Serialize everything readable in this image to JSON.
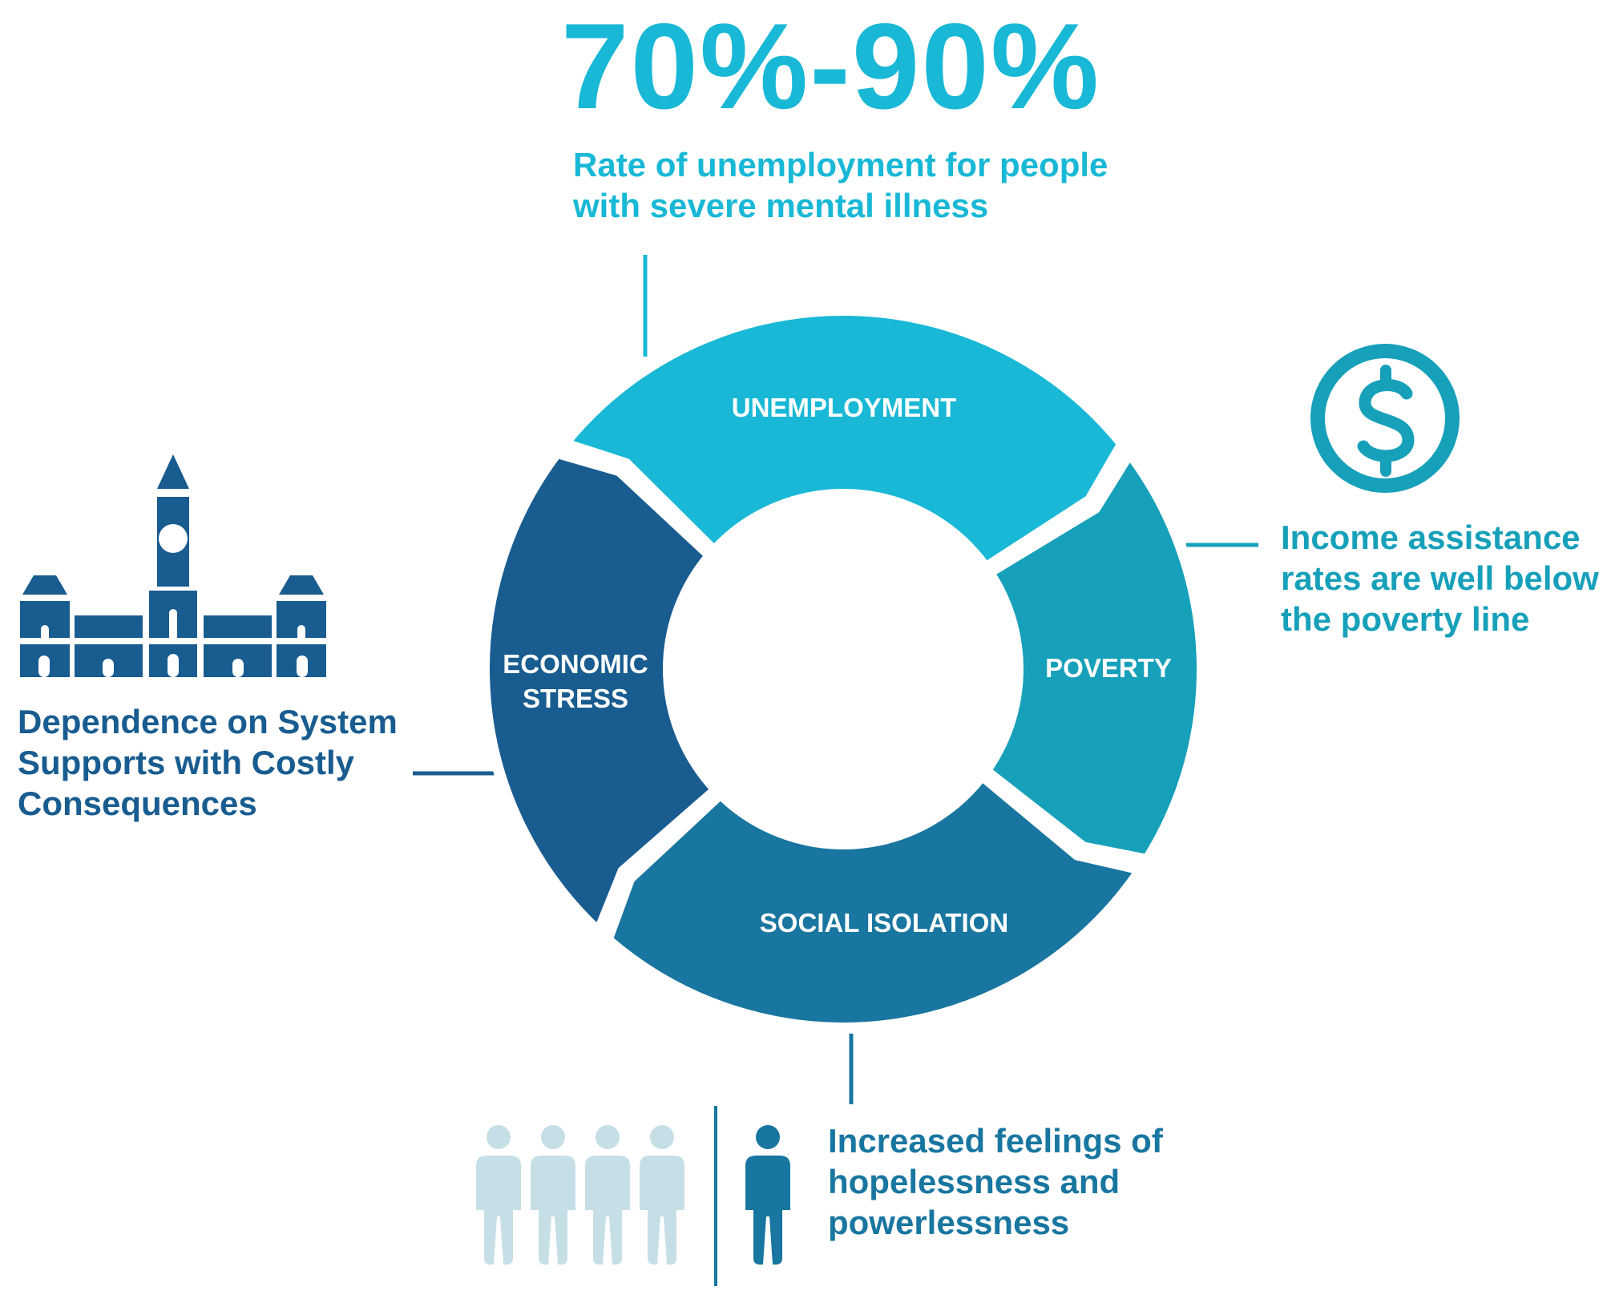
{
  "colors": {
    "unemployment": "#18B8D6",
    "poverty": "#17A0BA",
    "social_isolation": "#1876A0",
    "economic_stress": "#185C90",
    "person_light": "#C6DFE7",
    "text_cyan": "#18B8D6",
    "text_teal": "#17A0BA",
    "text_navy": "#185C90",
    "text_blue": "#1876A0",
    "segment_label": "#FFFFFF"
  },
  "header": {
    "big_stat": "70%-90%",
    "caption": "Rate of unemployment for people with severe mental illness"
  },
  "cycle": {
    "segments": [
      {
        "key": "unemployment",
        "label": "UNEMPLOYMENT"
      },
      {
        "key": "poverty",
        "label": "POVERTY"
      },
      {
        "key": "social_isolation",
        "label": "SOCIAL ISOLATION"
      },
      {
        "key": "economic_stress",
        "label_line1": "ECONOMIC",
        "label_line2": "STRESS"
      }
    ]
  },
  "callouts": {
    "right": {
      "text": "Income assistance rates are well below the poverty line",
      "icon": "dollar-circle-icon"
    },
    "left": {
      "text": "Dependence on System Supports with Costly Consequences",
      "icon": "parliament-building-icon"
    },
    "bottom": {
      "text": "Increased feelings of hopelessness and powerlessness",
      "icon": "people-group-icon",
      "highlighted_people": 1,
      "total_people": 5
    }
  }
}
